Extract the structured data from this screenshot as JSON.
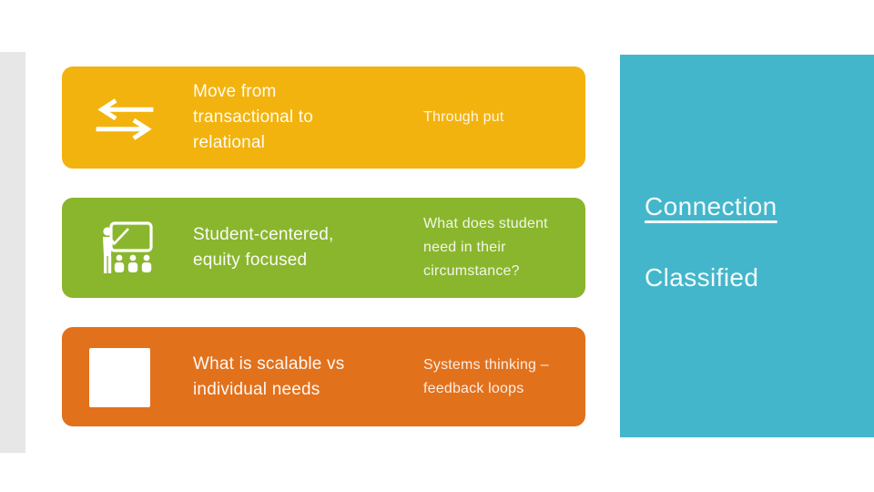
{
  "slide": {
    "background": "#FFFFFF"
  },
  "decor": {
    "left_strip_color": "#E7E7E7"
  },
  "cards": [
    {
      "color": "#F3B30E",
      "icon": "swap-arrows-icon",
      "title": "Move from\ntransactional to\nrelational",
      "note": "Through put"
    },
    {
      "color": "#8AB62E",
      "icon": "presentation-icon",
      "title": "Student-centered,\nequity focused",
      "note": "What does student\nneed in their\ncircumstance?"
    },
    {
      "color": "#E2711C",
      "icon": "blank-square-icon",
      "title": "What is scalable vs\nindividual needs",
      "note": "Systems thinking –\nfeedback loops"
    }
  ],
  "side_panel": {
    "color": "#43B6CB",
    "items": [
      {
        "label": "Connection",
        "underlined": true
      },
      {
        "label": "Classified",
        "underlined": false
      }
    ]
  }
}
